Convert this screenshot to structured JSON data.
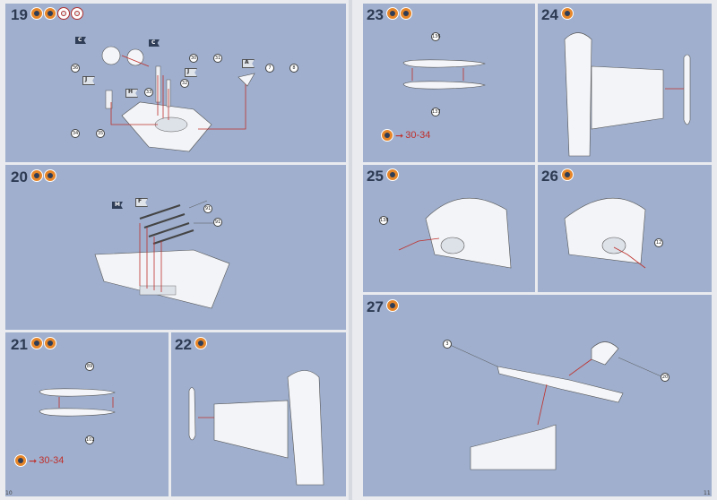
{
  "steps": [
    {
      "id": "19",
      "label": "19",
      "callouts": [
        "36",
        "32",
        "33",
        "30",
        "31",
        "7",
        "8",
        "34",
        "35"
      ],
      "flags": [
        "C",
        "C",
        "J",
        "H",
        "J",
        "A"
      ]
    },
    {
      "id": "20",
      "label": "20",
      "callouts": [
        "91",
        "91"
      ],
      "flags": [
        "M",
        "F"
      ]
    },
    {
      "id": "21",
      "label": "21",
      "callouts": [
        "89",
        "102"
      ],
      "ref": "30-34"
    },
    {
      "id": "22",
      "label": "22"
    },
    {
      "id": "23",
      "label": "23",
      "callouts": [
        "136",
        "137"
      ],
      "ref": "30-34"
    },
    {
      "id": "24",
      "label": "24"
    },
    {
      "id": "25",
      "label": "25",
      "callouts": [
        "138"
      ]
    },
    {
      "id": "26",
      "label": "26",
      "callouts": [
        "12"
      ]
    },
    {
      "id": "27",
      "label": "27",
      "callouts": [
        "3",
        "20"
      ]
    }
  ],
  "page_numbers": {
    "left": "10",
    "right": "11"
  },
  "colors": {
    "panel": "#9fafcd",
    "accent": "#e6862a",
    "line": "#c0302c",
    "ink": "#2f3d57"
  }
}
